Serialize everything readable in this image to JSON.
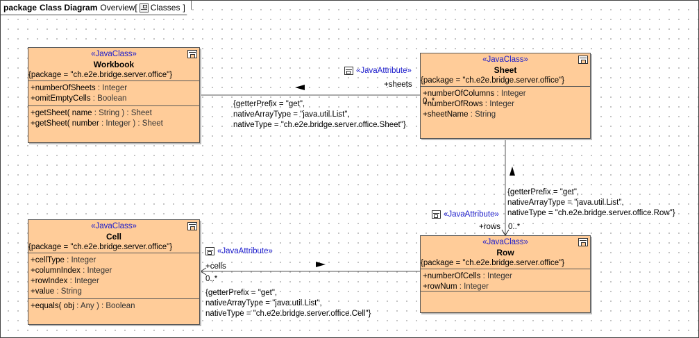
{
  "frame": {
    "keyword": "package",
    "name": "Class Diagram",
    "overview_label": "Overview",
    "bracket_open": "[",
    "classes_label": "Classes",
    "bracket_close": "]"
  },
  "classes": {
    "workbook": {
      "stereotype": "«JavaClass»",
      "name": "Workbook",
      "tagged": "{package = \"ch.e2e.bridge.server.office\"}",
      "attributes": [
        {
          "name": "+numberOfSheets",
          "type": " : Integer"
        },
        {
          "name": "+omitEmptyCells",
          "type": " : Boolean"
        }
      ],
      "operations": [
        {
          "name": "+getSheet( name",
          "type": " : String ) : Sheet"
        },
        {
          "name": "+getSheet( number",
          "type": " : Integer ) : Sheet"
        }
      ]
    },
    "sheet": {
      "stereotype": "«JavaClass»",
      "name": "Sheet",
      "tagged": "{package = \"ch.e2e.bridge.server.office\"}",
      "attributes": [
        {
          "name": "+numberOfColumns",
          "type": " : Integer"
        },
        {
          "name": "+numberOfRows",
          "type": " : Integer"
        },
        {
          "name": "+sheetName",
          "type": " : String"
        }
      ]
    },
    "cell": {
      "stereotype": "«JavaClass»",
      "name": "Cell",
      "tagged": "{package = \"ch.e2e.bridge.server.office\"}",
      "attributes": [
        {
          "name": "+cellType",
          "type": " : Integer"
        },
        {
          "name": "+columnIndex",
          "type": " : Integer"
        },
        {
          "name": "+rowIndex",
          "type": " : Integer"
        },
        {
          "name": "+value",
          "type": " : String"
        }
      ],
      "operations": [
        {
          "name": "+equals( obj",
          "type": " : Any ) : Boolean"
        }
      ]
    },
    "row": {
      "stereotype": "«JavaClass»",
      "name": "Row",
      "tagged": "{package = \"ch.e2e.bridge.server.office\"}",
      "attributes": [
        {
          "name": "+numberOfCells",
          "type": " : Integer"
        },
        {
          "name": "+rowNum",
          "type": " : Integer"
        }
      ]
    }
  },
  "associations": {
    "sheets": {
      "stereotype": "«JavaAttribute»",
      "role": "+sheets",
      "multiplicity": "0..*",
      "tags": [
        "{getterPrefix = \"get\",",
        "nativeArrayType = \"java.util.List\",",
        "nativeType = \"ch.e2e.bridge.server.office.Sheet\"}"
      ]
    },
    "rows": {
      "stereotype": "«JavaAttribute»",
      "role": "+rows",
      "multiplicity": "0..*",
      "tags": [
        "{getterPrefix = \"get\",",
        "nativeArrayType = \"java.util.List\",",
        "nativeType = \"ch.e2e.bridge.server.office.Row\"}"
      ]
    },
    "cells": {
      "stereotype": "«JavaAttribute»",
      "role": "+cells",
      "multiplicity": "0..*",
      "tags": [
        "{getterPrefix = \"get\",",
        "nativeArrayType = \"java.util.List\",",
        "nativeType = \"ch.e2e.bridge.server.office.Cell\"}"
      ]
    }
  }
}
